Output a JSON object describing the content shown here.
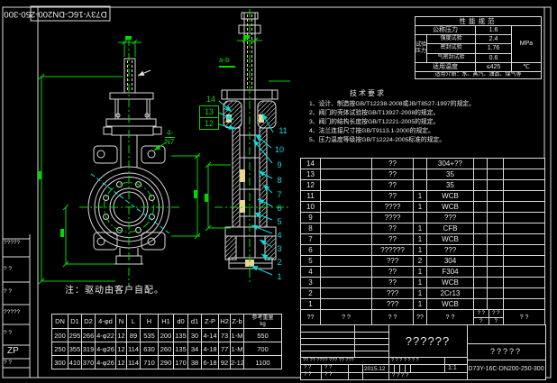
{
  "sheet": {
    "flip_title": "D73Y-16C-DN200-250-300",
    "note": "注：驱动由客户自配。",
    "left_strip": [
      "?????",
      "? ?",
      "? ?",
      "?????",
      "? ?",
      "ZP",
      "? ?"
    ]
  },
  "spec_table": {
    "title": "性能规范",
    "nominal_pressure_label": "公称压力",
    "nominal_pressure": "1.6",
    "test_group_label_1": "试验",
    "test_group_label_2": "压力",
    "strength_label": "强度试验",
    "strength": "2.4",
    "seal_label": "密封试验",
    "seal": "1.76",
    "air_seal_label": "气密封试验",
    "air_seal": "0.6",
    "pressure_unit": "MPa",
    "temp_label": "适用温度",
    "temp": "≤425",
    "temp_unit": "℃",
    "medium": "适用介质：水、蒸汽、油品、煤气等"
  },
  "tech_requirements": {
    "title": "技术要求",
    "items": [
      "1、设计、制造按GB/T12238-2008或JB/T8527-1997的规定。",
      "2、阀门的壳体试验按GB/T13927-2008的规定。",
      "3、阀门的结构长度按GB/T12221-2005的规定。",
      "4、法兰连接尺寸按GB/T9113.1-2000的规定。",
      "5、压力温度等级按GB/T12224-2005标准的规定。"
    ]
  },
  "bom": {
    "header": [
      "??",
      "? ?",
      "? ?",
      "??",
      "? ?",
      "? ?"
    ],
    "header_split": [
      "? ?",
      "? ?",
      "?",
      "?"
    ],
    "rows": [
      {
        "no": "14",
        "code": "",
        "name": "??",
        "qty": "",
        "material": "304+??",
        "col_a": "",
        "col_b": "",
        "remark": ""
      },
      {
        "no": "13",
        "code": "",
        "name": "??",
        "qty": "",
        "material": "35",
        "col_a": "",
        "col_b": "",
        "remark": ""
      },
      {
        "no": "12",
        "code": "",
        "name": "??",
        "qty": "",
        "material": "35",
        "col_a": "",
        "col_b": "",
        "remark": ""
      },
      {
        "no": "11",
        "code": "",
        "name": "??",
        "qty": "1",
        "material": "WCB",
        "col_a": "",
        "col_b": "",
        "remark": ""
      },
      {
        "no": "10",
        "code": "",
        "name": "????",
        "qty": "1",
        "material": "WCB",
        "col_a": "",
        "col_b": "",
        "remark": ""
      },
      {
        "no": "9",
        "code": "",
        "name": "????",
        "qty": "",
        "material": "???",
        "col_a": "",
        "col_b": "",
        "remark": ""
      },
      {
        "no": "8",
        "code": "",
        "name": "??",
        "qty": "1",
        "material": "CFB",
        "col_a": "",
        "col_b": "",
        "remark": ""
      },
      {
        "no": "7",
        "code": "",
        "name": "??",
        "qty": "1",
        "material": "WCB",
        "col_a": "",
        "col_b": "",
        "remark": ""
      },
      {
        "no": "6",
        "code": "",
        "name": "??????",
        "qty": "1",
        "material": "???",
        "col_a": "",
        "col_b": "",
        "remark": ""
      },
      {
        "no": "5",
        "code": "",
        "name": "???",
        "qty": "2",
        "material": "304",
        "col_a": "",
        "col_b": "",
        "remark": ""
      },
      {
        "no": "4",
        "code": "",
        "name": "??",
        "qty": "1",
        "material": "F304",
        "col_a": "",
        "col_b": "",
        "remark": ""
      },
      {
        "no": "3",
        "code": "",
        "name": "??",
        "qty": "1",
        "material": "WCB",
        "col_a": "",
        "col_b": "",
        "remark": ""
      },
      {
        "no": "2",
        "code": "",
        "name": "???",
        "qty": "1",
        "material": "2Cr13",
        "col_a": "",
        "col_b": "",
        "remark": ""
      },
      {
        "no": "1",
        "code": "",
        "name": "???",
        "qty": "1",
        "material": "WCB",
        "col_a": "",
        "col_b": "",
        "remark": ""
      }
    ]
  },
  "dim_table": {
    "headers": [
      "DN",
      "D1",
      "D2",
      "4-φd",
      "N",
      "L",
      "H",
      "H1",
      "d0",
      "d1",
      "Z-P",
      "H2",
      "Z-b"
    ],
    "weight_header": [
      "参考重量",
      "kg"
    ],
    "rows": [
      [
        "200",
        "295",
        "266",
        "4-φ22",
        "12",
        "89",
        "535",
        "200",
        "135",
        "30",
        "4-14",
        "73",
        "1-M",
        "550"
      ],
      [
        "250",
        "355",
        "319",
        "4-φ26",
        "12",
        "114",
        "630",
        "260",
        "135",
        "34",
        "4-18",
        "77",
        "1-M",
        "700"
      ],
      [
        "300",
        "410",
        "370",
        "4-φ26",
        "12",
        "114",
        "710",
        "290",
        "170",
        "38",
        "6-18",
        "92",
        "2-12",
        "1100"
      ]
    ]
  },
  "title_block": {
    "company": "??????",
    "product": "?????",
    "drawing_no": "D73Y-16C-DN200-250-300",
    "scale": "1:1",
    "date": "2015.12",
    "rev_header": "?? ?? ???? ??? ?? ???",
    "sig_a": "? ?",
    "sig_b": "? ?",
    "sig_c": "? ?",
    "sig_d": "? ?",
    "mini_header": "? ? ?   ? ?   ? ?",
    "bottom_cells": "?   ?   ?   ?"
  },
  "balloons": {
    "left": [
      "14",
      "13",
      "12"
    ],
    "right": [
      "11",
      "10",
      "9",
      "8",
      "7",
      "6",
      "5",
      "4",
      "3",
      "2",
      "1"
    ]
  },
  "annotations": {
    "callout_line1": "4-",
    "callout_line2": "N7",
    "section_label": "a-b"
  },
  "colors": {
    "background": "#000000",
    "linework": "#dcdcdc",
    "dimension": "#00d800",
    "leader": "#00e0e0",
    "thread_highlight": "#e9d78f"
  }
}
